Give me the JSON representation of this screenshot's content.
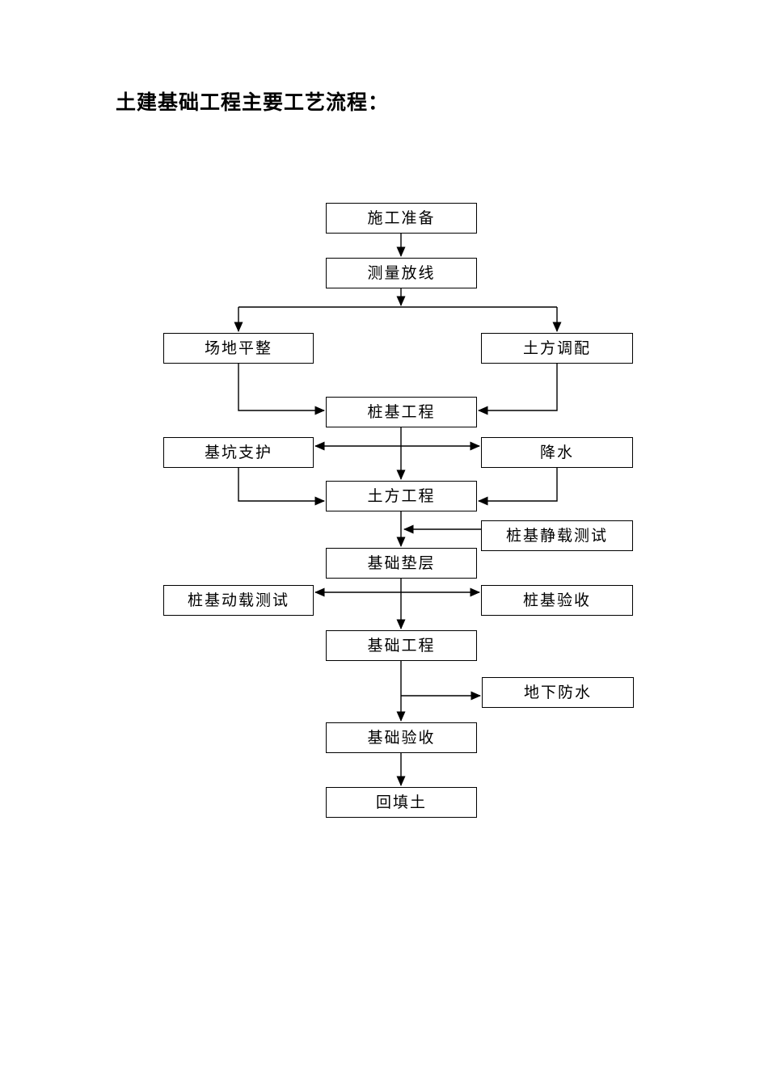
{
  "page": {
    "title": "土建基础工程主要工艺流程："
  },
  "flowchart": {
    "nodes": [
      {
        "id": "construction-prep",
        "label": "施工准备"
      },
      {
        "id": "survey-setting-out",
        "label": "测量放线"
      },
      {
        "id": "site-leveling",
        "label": "场地平整"
      },
      {
        "id": "earthwork-allocation",
        "label": "土方调配"
      },
      {
        "id": "pile-foundation-work",
        "label": "桩基工程"
      },
      {
        "id": "pit-support",
        "label": "基坑支护"
      },
      {
        "id": "dewatering",
        "label": "降水"
      },
      {
        "id": "earthwork",
        "label": "土方工程"
      },
      {
        "id": "pile-static-load-test",
        "label": "桩基静载测试"
      },
      {
        "id": "foundation-cushion",
        "label": "基础垫层"
      },
      {
        "id": "pile-dynamic-load-test",
        "label": "桩基动载测试"
      },
      {
        "id": "pile-acceptance",
        "label": "桩基验收"
      },
      {
        "id": "foundation-work",
        "label": "基础工程"
      },
      {
        "id": "underground-waterproof",
        "label": "地下防水"
      },
      {
        "id": "foundation-acceptance",
        "label": "基础验收"
      },
      {
        "id": "backfill-soil",
        "label": "回填土"
      }
    ],
    "edges": [
      {
        "from": "construction-prep",
        "to": "survey-setting-out",
        "style": "arrow"
      },
      {
        "from": "survey-setting-out",
        "to": "site-leveling",
        "style": "arrow"
      },
      {
        "from": "survey-setting-out",
        "to": "earthwork-allocation",
        "style": "arrow"
      },
      {
        "from": "site-leveling",
        "to": "pile-foundation-work",
        "style": "arrow"
      },
      {
        "from": "earthwork-allocation",
        "to": "pile-foundation-work",
        "style": "arrow"
      },
      {
        "from": "pile-foundation-work",
        "to": "earthwork",
        "style": "arrow"
      },
      {
        "from": "pit-support",
        "to": "dewatering",
        "style": "double-arrow"
      },
      {
        "from": "pit-support",
        "to": "earthwork",
        "style": "arrow"
      },
      {
        "from": "dewatering",
        "to": "earthwork",
        "style": "arrow"
      },
      {
        "from": "pile-static-load-test",
        "to": "main-line",
        "style": "arrow"
      },
      {
        "from": "earthwork",
        "to": "foundation-cushion",
        "style": "arrow"
      },
      {
        "from": "pile-dynamic-load-test",
        "to": "pile-acceptance",
        "style": "double-arrow"
      },
      {
        "from": "foundation-cushion",
        "to": "foundation-work",
        "style": "arrow"
      },
      {
        "from": "foundation-work",
        "to": "underground-waterproof",
        "style": "arrow"
      },
      {
        "from": "foundation-work",
        "to": "foundation-acceptance",
        "style": "arrow"
      },
      {
        "from": "foundation-acceptance",
        "to": "backfill-soil",
        "style": "arrow"
      }
    ],
    "line_color": "#000000",
    "box_border_color": "#000000",
    "box_fill": "#ffffff",
    "background": "#ffffff"
  }
}
